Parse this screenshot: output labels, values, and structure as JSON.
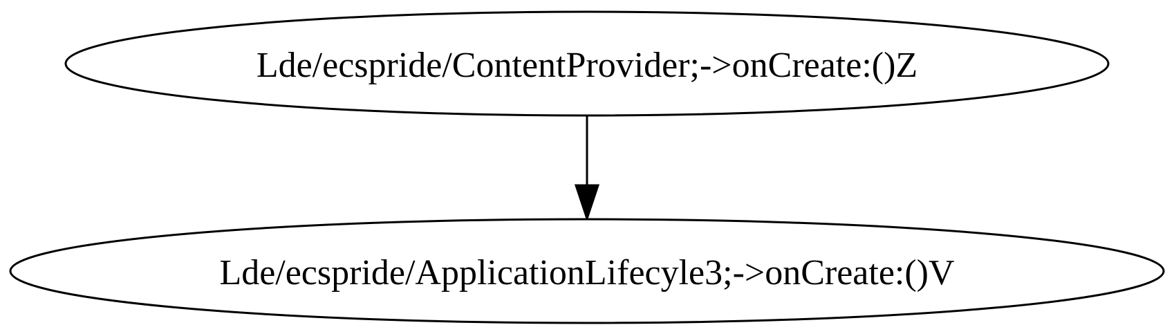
{
  "graph": {
    "nodes": [
      {
        "id": "n1",
        "label": "Lde/ecspride/ContentProvider;->onCreate:()Z"
      },
      {
        "id": "n2",
        "label": "Lde/ecspride/ApplicationLifecyle3;->onCreate:()V"
      }
    ],
    "edges": [
      {
        "from": "n1",
        "to": "n2"
      }
    ],
    "colors": {
      "stroke": "#000000",
      "fill": "#ffffff",
      "text": "#000000"
    }
  }
}
